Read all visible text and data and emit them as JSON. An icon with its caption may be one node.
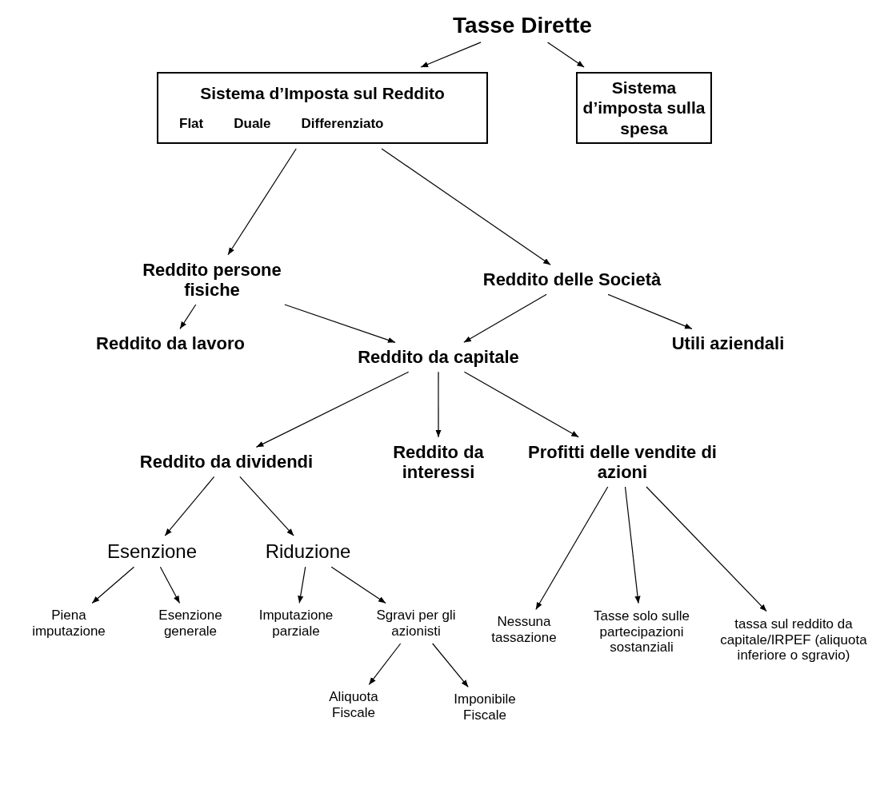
{
  "diagram": {
    "nodes": [
      {
        "text": [
          "Tasse Dirette"
        ]
      },
      {
        "text": [
          "Sistema d’Imposta sul Reddito",
          "Flat",
          "Duale",
          "Differenziato"
        ]
      },
      {
        "text": [
          "Sistema d’imposta sulla spesa"
        ]
      },
      {
        "text": [
          "Reddito persone fisiche"
        ]
      },
      {
        "text": [
          "Reddito delle Società"
        ]
      },
      {
        "text": [
          "Reddito da lavoro"
        ]
      },
      {
        "text": [
          "Reddito da capitale"
        ]
      },
      {
        "text": [
          "Utili aziendali"
        ]
      },
      {
        "text": [
          "Reddito da dividendi"
        ]
      },
      {
        "text": [
          "Reddito da interessi"
        ]
      },
      {
        "text": [
          "Profitti delle vendite di azioni"
        ]
      },
      {
        "text": [
          "Esenzione"
        ]
      },
      {
        "text": [
          "Riduzione"
        ]
      },
      {
        "text": [
          "Nessuna tassazione"
        ]
      },
      {
        "text": [
          "Tasse solo sulle partecipazioni sostanziali"
        ]
      },
      {
        "text": [
          "tassa sul reddito da capitale/IRPEF (aliquota inferiore o sgravio)"
        ]
      },
      {
        "text": [
          "Piena imputazione"
        ]
      },
      {
        "text": [
          "Esenzione generale"
        ]
      },
      {
        "text": [
          "Imputazione parziale"
        ]
      },
      {
        "text": [
          "Sgravi per gli azionisti"
        ]
      },
      {
        "text": [
          "Aliquota Fiscale"
        ]
      },
      {
        "text": [
          "Imponibile Fiscale"
        ]
      }
    ],
    "edges": [
      {
        "from": 0,
        "to": 1,
        "arrow": "to"
      },
      {
        "from": 0,
        "to": 2,
        "arrow": "to"
      },
      {
        "from": 1,
        "to": 3,
        "arrow": "to"
      },
      {
        "from": 1,
        "to": 4,
        "arrow": "to"
      },
      {
        "from": 3,
        "to": 5,
        "arrow": "to"
      },
      {
        "from": 3,
        "to": 6,
        "arrow": "to"
      },
      {
        "from": 4,
        "to": 6,
        "arrow": "to"
      },
      {
        "from": 4,
        "to": 7,
        "arrow": "to"
      },
      {
        "from": 6,
        "to": 8,
        "arrow": "to"
      },
      {
        "from": 6,
        "to": 9,
        "arrow": "to"
      },
      {
        "from": 6,
        "to": 10,
        "arrow": "to"
      },
      {
        "from": 8,
        "to": 11,
        "arrow": "to"
      },
      {
        "from": 8,
        "to": 12,
        "arrow": "to"
      },
      {
        "from": 10,
        "to": 13,
        "arrow": "to"
      },
      {
        "from": 10,
        "to": 14,
        "arrow": "to"
      },
      {
        "from": 10,
        "to": 15,
        "arrow": "to"
      },
      {
        "from": 11,
        "to": 16,
        "arrow": "to"
      },
      {
        "from": 11,
        "to": 17,
        "arrow": "to"
      },
      {
        "from": 12,
        "to": 18,
        "arrow": "to"
      },
      {
        "from": 12,
        "to": 19,
        "arrow": "to"
      },
      {
        "from": 19,
        "to": 20,
        "arrow": "to"
      },
      {
        "from": 19,
        "to": 21,
        "arrow": "to"
      }
    ]
  }
}
